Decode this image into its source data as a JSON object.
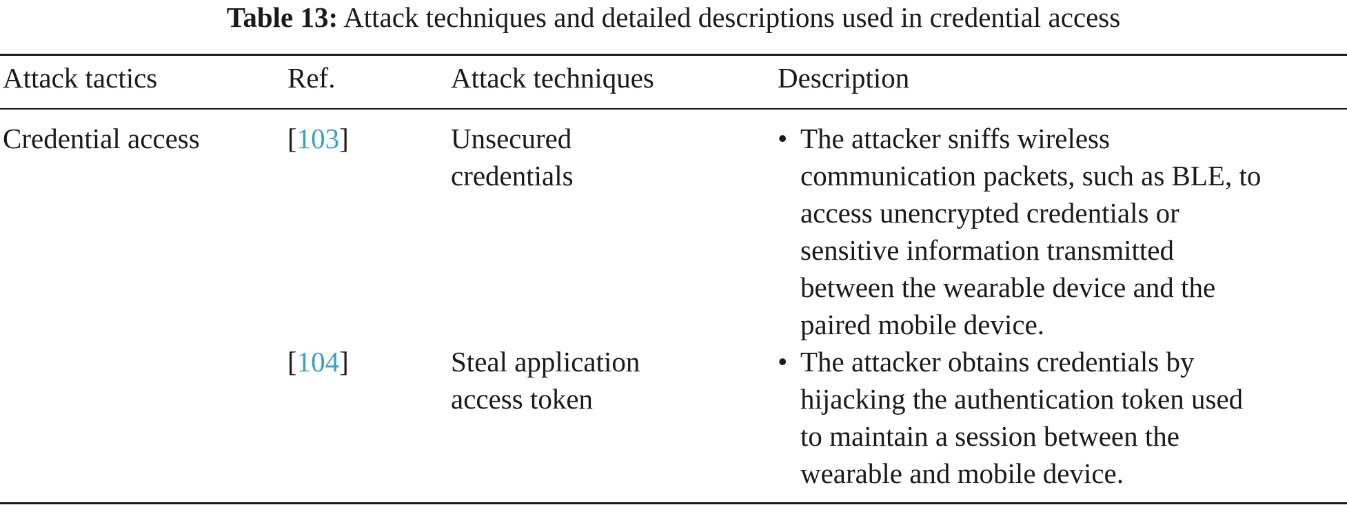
{
  "caption": {
    "label": "Table 13:",
    "text": "Attack techniques and detailed descriptions used in credential access"
  },
  "table": {
    "headers": [
      "Attack tactics",
      "Ref.",
      "Attack techniques",
      "Description"
    ],
    "rows": [
      {
        "tactic": "Credential access",
        "ref_open": "[",
        "ref": "103",
        "ref_close": "]",
        "technique_lines": [
          "Unsecured",
          "credentials"
        ],
        "bullet": "•",
        "description_lines": [
          "The attacker sniffs wireless",
          "communication packets, such as BLE, to",
          "access unencrypted credentials or",
          "sensitive information transmitted",
          "between the wearable device and the",
          "paired mobile device."
        ]
      },
      {
        "tactic": "",
        "ref_open": "[",
        "ref": "104",
        "ref_close": "]",
        "technique_lines": [
          "Steal application",
          "access token"
        ],
        "bullet": "•",
        "description_lines": [
          "The attacker obtains credentials by",
          "hijacking the authentication token used",
          "to maintain a session between the",
          "wearable and mobile device."
        ]
      }
    ]
  }
}
